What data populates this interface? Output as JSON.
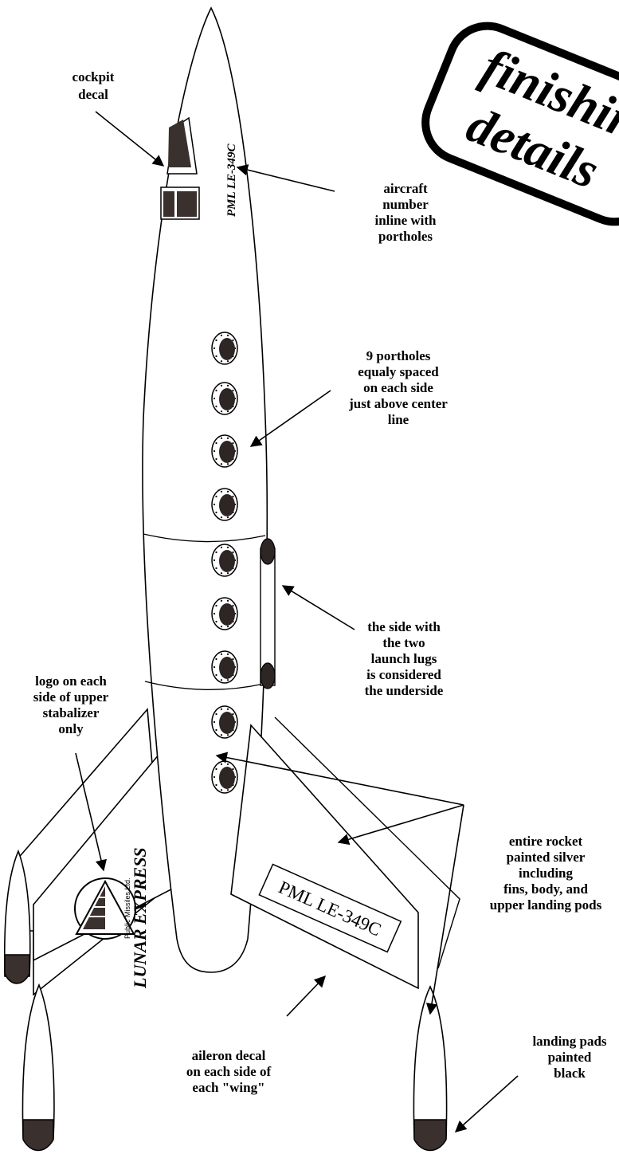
{
  "title": {
    "line1": "finishing",
    "line2": "details"
  },
  "hull_text": "PML LE-349C",
  "aileron_text": "PML LE-349C",
  "logo": {
    "maker": "Public Missiles Ltd.",
    "name": "LUNAR EXPRESS"
  },
  "labels": {
    "cockpit": [
      "cockpit",
      "decal"
    ],
    "aircraft_number": [
      "aircraft",
      "number",
      "inline with",
      "portholes"
    ],
    "portholes": [
      "9 portholes",
      "equaly spaced",
      "on each side",
      "just above center",
      "line"
    ],
    "launch_lugs": [
      "the side with",
      "the two",
      "launch lugs",
      "is considered",
      "the underside"
    ],
    "logo_note": [
      "logo on each",
      "side of upper",
      "stabalizer",
      "only"
    ],
    "paint": [
      "entire rocket",
      "painted silver",
      "including",
      "fins, body, and",
      "upper landing pods"
    ],
    "aileron": [
      "aileron decal",
      "on each side of",
      "each \"wing\""
    ],
    "landing_pads": [
      "landing pads",
      "painted",
      "black"
    ]
  },
  "colors": {
    "ink": "#000000",
    "decal_fill": "#3a302d",
    "porthole_fill": "#2d2624",
    "background": "#ffffff"
  }
}
